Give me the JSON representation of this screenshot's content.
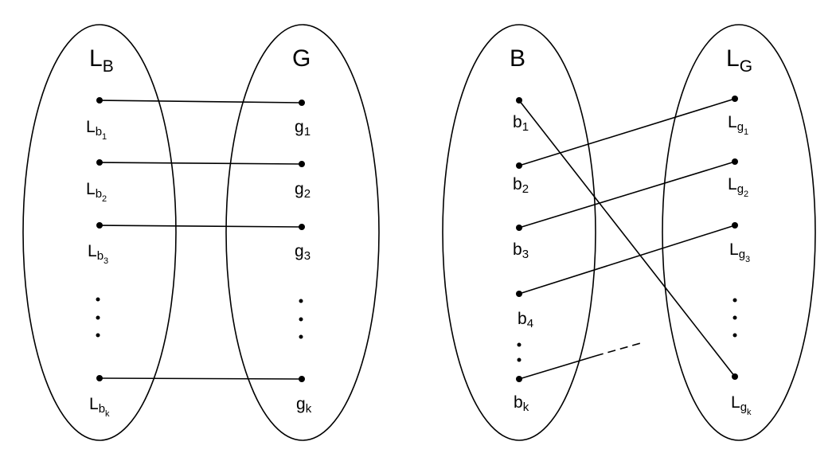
{
  "left_diagram": {
    "left_set": {
      "title": "L",
      "title_sub": "B"
    },
    "right_set": {
      "title": "G",
      "title_sub": ""
    },
    "left_labels": [
      {
        "main": "L",
        "sub": "b",
        "subsub": "1"
      },
      {
        "main": "L",
        "sub": "b",
        "subsub": "2"
      },
      {
        "main": "L",
        "sub": "b",
        "subsub": "3"
      },
      {
        "main": "L",
        "sub": "b",
        "subsub": "k"
      }
    ],
    "right_labels": [
      {
        "main": "g",
        "sub": "1",
        "subsub": ""
      },
      {
        "main": "g",
        "sub": "2",
        "subsub": ""
      },
      {
        "main": "g",
        "sub": "3",
        "subsub": ""
      },
      {
        "main": "g",
        "sub": "k",
        "subsub": ""
      }
    ],
    "edges": [
      [
        0,
        0
      ],
      [
        1,
        1
      ],
      [
        2,
        2
      ],
      [
        3,
        3
      ]
    ]
  },
  "right_diagram": {
    "left_set": {
      "title": "B",
      "title_sub": ""
    },
    "right_set": {
      "title": "L",
      "title_sub": "G"
    },
    "left_labels": [
      {
        "main": "b",
        "sub": "1",
        "subsub": ""
      },
      {
        "main": "b",
        "sub": "2",
        "subsub": ""
      },
      {
        "main": "b",
        "sub": "3",
        "subsub": ""
      },
      {
        "main": "b",
        "sub": "4",
        "subsub": ""
      },
      {
        "main": "b",
        "sub": "k",
        "subsub": ""
      }
    ],
    "right_labels": [
      {
        "main": "L",
        "sub": "g",
        "subsub": "1"
      },
      {
        "main": "L",
        "sub": "g",
        "subsub": "2"
      },
      {
        "main": "L",
        "sub": "g",
        "subsub": "3"
      },
      {
        "main": "L",
        "sub": "g",
        "subsub": "k"
      }
    ],
    "edges": [
      [
        0,
        3
      ],
      [
        1,
        0
      ],
      [
        2,
        1
      ],
      [
        3,
        2
      ]
    ],
    "partial_edges": [
      4
    ]
  }
}
